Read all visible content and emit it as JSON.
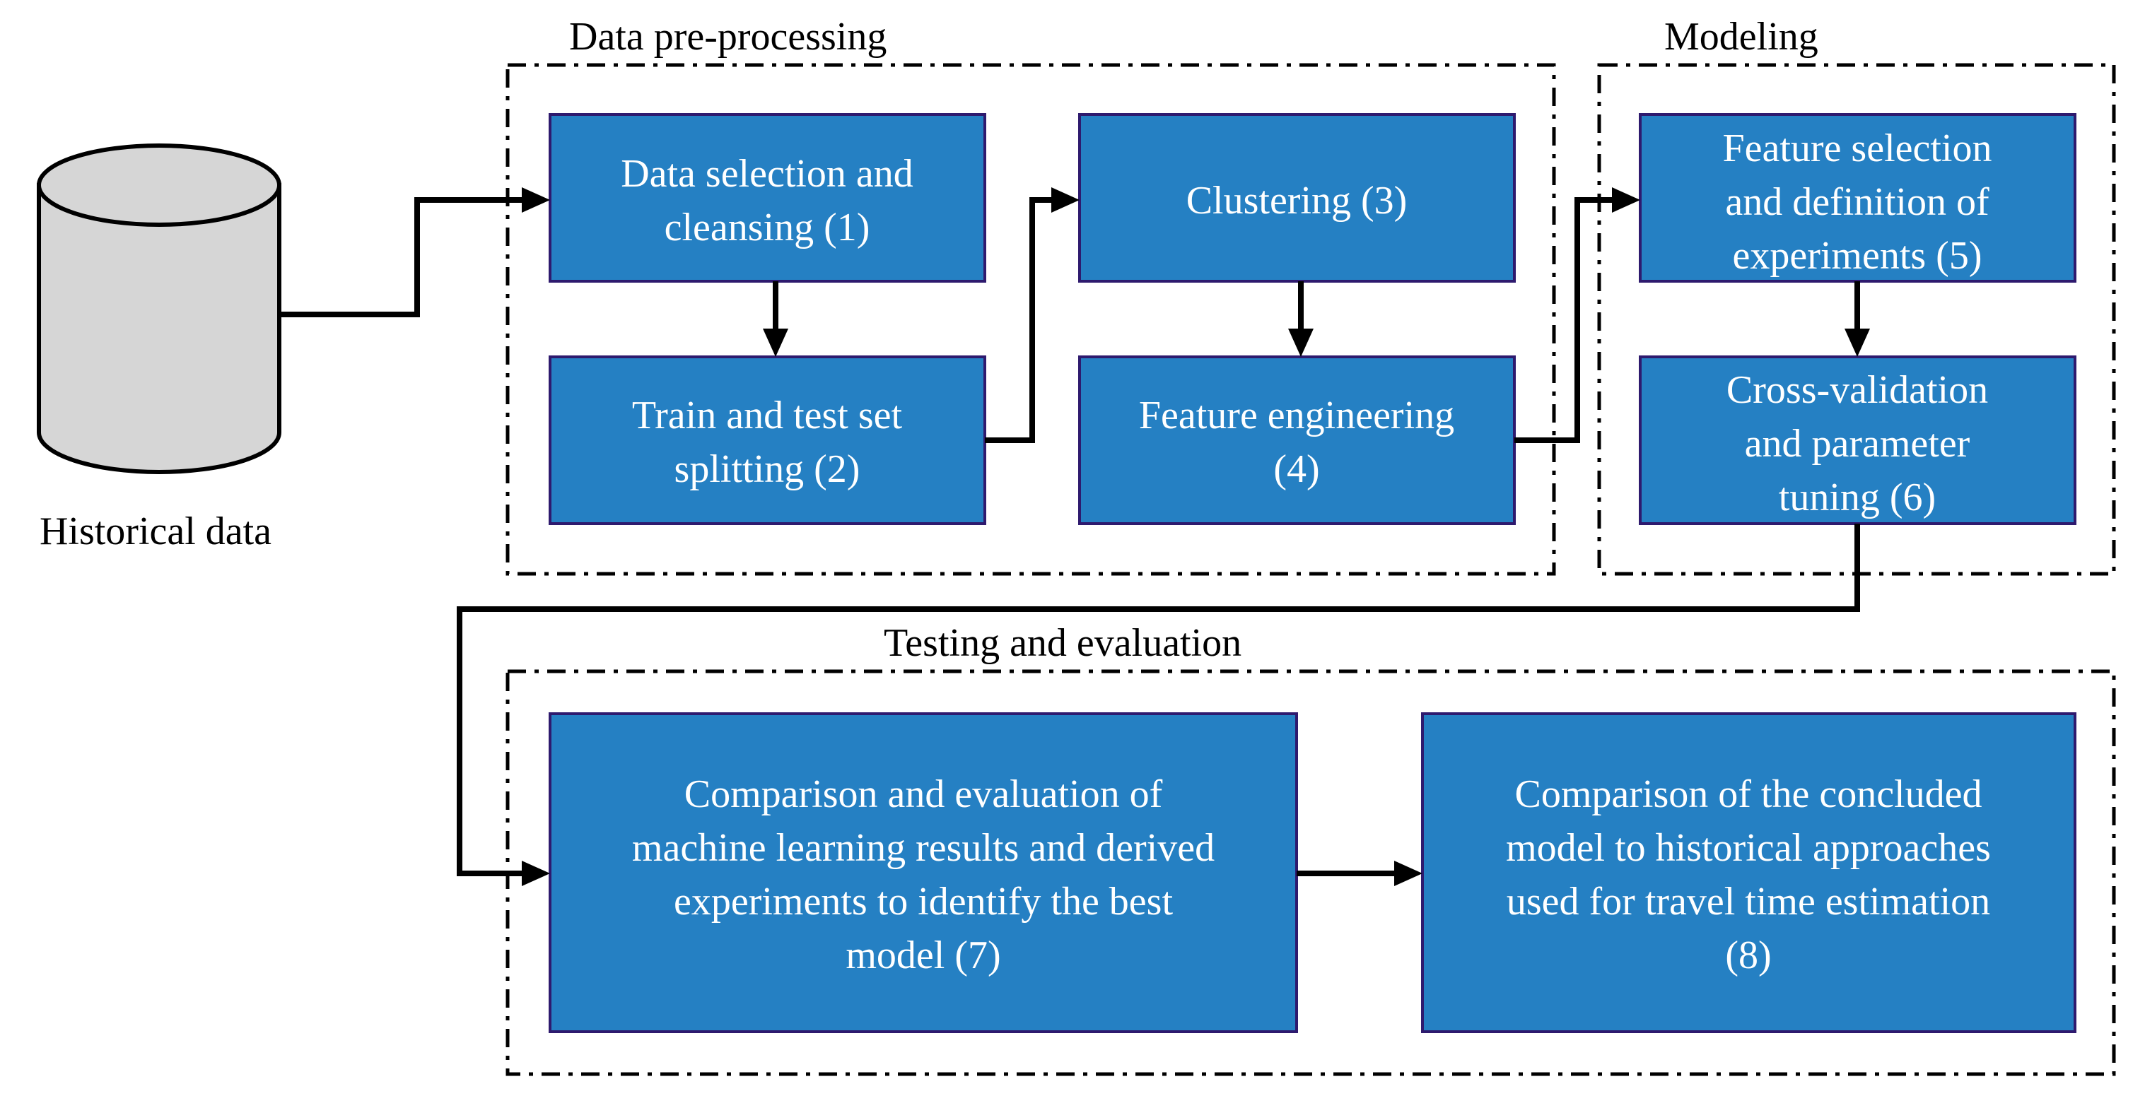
{
  "database": {
    "label": "Historical data"
  },
  "groups": [
    {
      "id": "preprocessing",
      "title": "Data pre-processing"
    },
    {
      "id": "modeling",
      "title": "Modeling"
    },
    {
      "id": "testing",
      "title": "Testing and evaluation"
    }
  ],
  "steps": [
    {
      "id": 1,
      "lines": [
        "Data selection and",
        "cleansing (1)"
      ]
    },
    {
      "id": 2,
      "lines": [
        "Train and test set",
        "splitting (2)"
      ]
    },
    {
      "id": 3,
      "lines": [
        "Clustering (3)"
      ]
    },
    {
      "id": 4,
      "lines": [
        "Feature engineering",
        "(4)"
      ]
    },
    {
      "id": 5,
      "lines": [
        "Feature selection",
        "and definition of",
        "experiments (5)"
      ]
    },
    {
      "id": 6,
      "lines": [
        "Cross-validation",
        "and parameter",
        "tuning (6)"
      ]
    },
    {
      "id": 7,
      "lines": [
        "Comparison and evaluation of",
        "machine learning results and derived",
        "experiments to identify the best",
        "model (7)"
      ]
    },
    {
      "id": 8,
      "lines": [
        "Comparison of the concluded",
        "model to historical approaches",
        "used for travel time estimation",
        "(8)"
      ]
    }
  ],
  "colors": {
    "box_fill": "#2580C3",
    "box_border": "#2E1A6E",
    "cylinder_fill": "#D6D6D6",
    "stroke": "#000000"
  }
}
